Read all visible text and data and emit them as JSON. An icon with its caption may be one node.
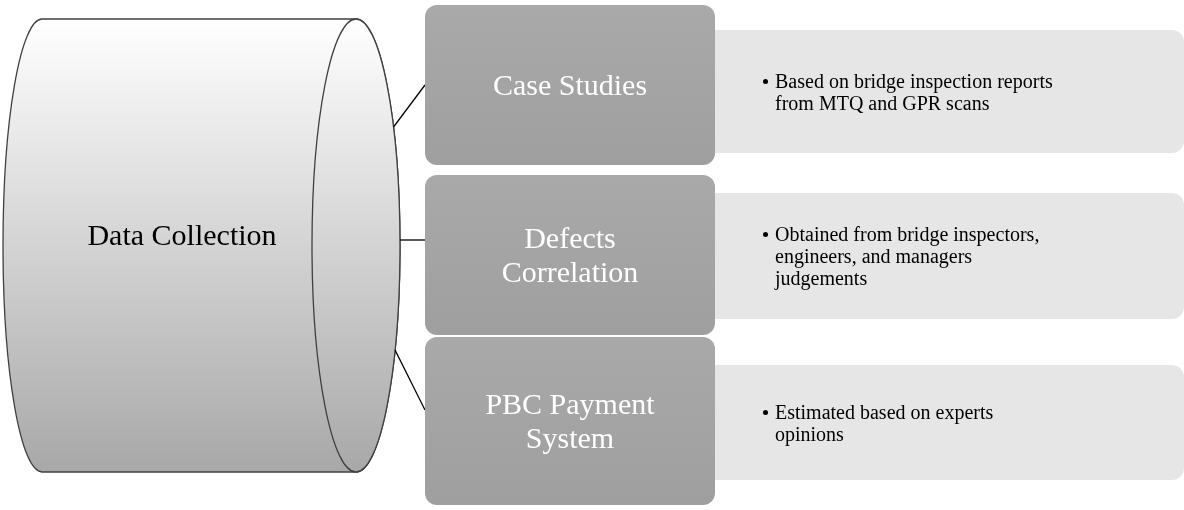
{
  "diagram": {
    "nodes": [
      {
        "text": [
          "Data Collection"
        ]
      },
      {
        "text": [
          "Case Studies"
        ]
      },
      {
        "text": [
          "Based on bridge inspection reports from MTQ  and GPR scans"
        ]
      },
      {
        "text": [
          "Defects Correlation"
        ]
      },
      {
        "text": [
          "Obtained from bridge inspectors, engineers, and managers judgements"
        ]
      },
      {
        "text": [
          "PBC Payment System"
        ]
      },
      {
        "text": [
          "Estimated based on experts opinions"
        ]
      }
    ],
    "edges": [
      {
        "from": 0,
        "to": 1,
        "arrow": "none"
      },
      {
        "from": 0,
        "to": 3,
        "arrow": "none"
      },
      {
        "from": 0,
        "to": 5,
        "arrow": "none"
      }
    ]
  }
}
